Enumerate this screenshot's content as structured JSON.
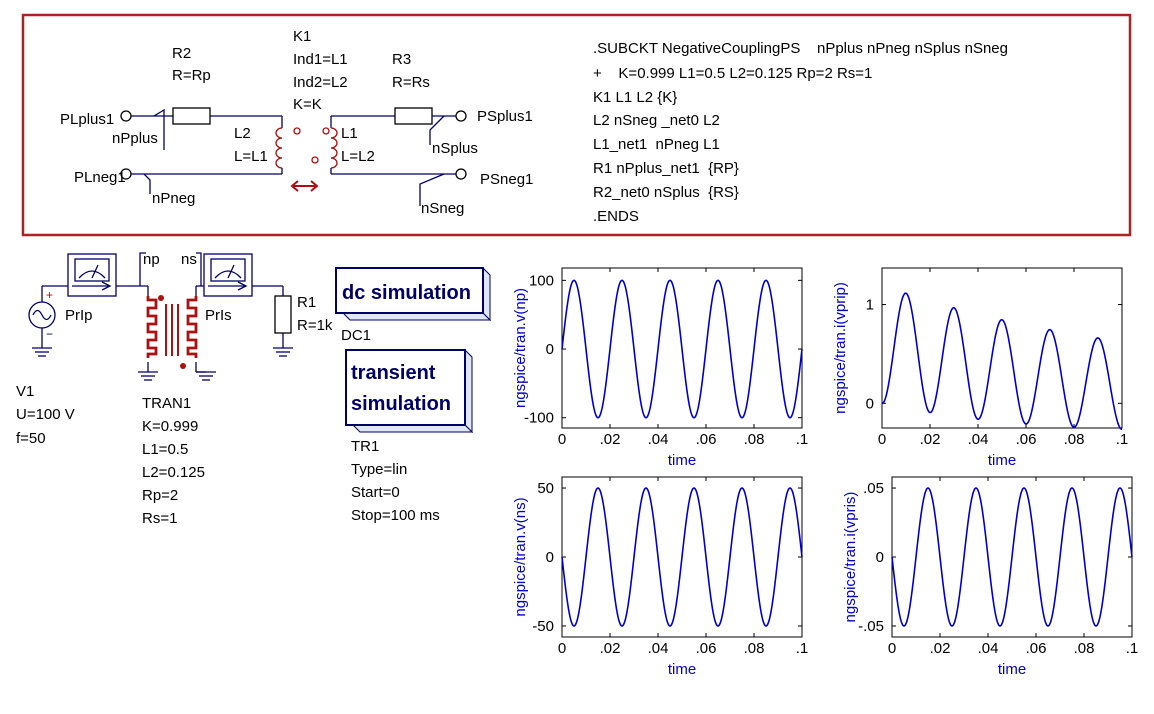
{
  "subcircuit": {
    "R2": {
      "name": "R2",
      "value": "R=Rp"
    },
    "K1": {
      "name": "K1",
      "lines": [
        "Ind1=L1",
        "Ind2=L2",
        "K=K"
      ]
    },
    "R3": {
      "name": "R3",
      "value": "R=Rs"
    },
    "L2": {
      "name": "L2",
      "value": "L=L1"
    },
    "L1": {
      "name": "L1",
      "value": "L=L2"
    },
    "ports": {
      "PLplus1": "PLplus1",
      "PLneg1": "PLneg1",
      "PSplus1": "PSplus1",
      "PSneg1": "PSneg1"
    },
    "nets": {
      "nPplus": "nPplus",
      "nPneg": "nPneg",
      "nSplus": "nSplus",
      "nSneg": "nSneg"
    },
    "netlist": [
      ".SUBCKT NegativeCouplingPS    nPplus nPneg nSplus nSneg",
      "+    K=0.999 L1=0.5 L2=0.125 Rp=2 Rs=1",
      "K1 L1 L2 {K}",
      "L2 nSneg _net0 L2",
      "L1_net1  nPneg L1",
      "R1 nPplus_net1  {RP}",
      "R2_net0 nSplus  {RS}",
      ".ENDS"
    ]
  },
  "main": {
    "np": "np",
    "ns": "ns",
    "prlp": "PrIp",
    "prls": "PrIs",
    "R1": {
      "name": "R1",
      "value": "R=1k"
    },
    "V1": [
      "V1",
      "U=100 V",
      "f=50"
    ],
    "TRAN1": [
      "TRAN1",
      "K=0.999",
      "L1=0.5",
      "L2=0.125",
      "Rp=2",
      "Rs=1"
    ],
    "dc": {
      "label": "dc simulation",
      "name": "DC1"
    },
    "tran": {
      "label_line1": "transient",
      "label_line2": "simulation",
      "name": "TR1",
      "params": [
        "Type=lin",
        "Start=0",
        "Stop=100 ms"
      ]
    }
  },
  "colors": {
    "frame": "#aa2222",
    "transformer": "#aa1111",
    "wire": "#000066",
    "trace": "#0000cc"
  },
  "chart_data": [
    {
      "type": "line",
      "ylabel": "ngspice/tran.v(np)",
      "xlabel": "time",
      "xlim": [
        0,
        0.1
      ],
      "xticks": [
        0,
        0.02,
        0.04,
        0.06,
        0.08,
        0.1
      ],
      "ylim": [
        -115,
        118
      ],
      "yticks": [
        -100,
        0,
        100
      ],
      "series": [
        {
          "freq": 50,
          "amplitude": 100,
          "phase": 0,
          "decay": 0
        }
      ]
    },
    {
      "type": "line",
      "ylabel": "ngspice/tran.i(vprip)",
      "xlabel": "time",
      "xlim": [
        0,
        0.1
      ],
      "xticks": [
        0,
        0.02,
        0.04,
        0.06,
        0.08,
        0.1
      ],
      "ylim": [
        -0.25,
        1.37
      ],
      "yticks": [
        0,
        1
      ],
      "series": [
        {
          "freq": 50,
          "amplitude": 0.6,
          "offset": 0.6,
          "phase": -90,
          "decay": 1.2,
          "offset_decay": 1.2
        }
      ]
    },
    {
      "type": "line",
      "ylabel": "ngspice/tran.v(ns)",
      "xlabel": "time",
      "xlim": [
        0,
        0.1
      ],
      "xticks": [
        0,
        0.02,
        0.04,
        0.06,
        0.08,
        0.1
      ],
      "ylim": [
        -58,
        58
      ],
      "yticks": [
        -50,
        0,
        50
      ],
      "series": [
        {
          "freq": 50,
          "amplitude": -50,
          "phase": 0,
          "decay": 0
        }
      ]
    },
    {
      "type": "line",
      "ylabel": "ngspice/tran.i(vpris)",
      "xlabel": "time",
      "xlim": [
        0,
        0.1
      ],
      "xticks": [
        0,
        0.02,
        0.04,
        0.06,
        0.08,
        0.1
      ],
      "ylim": [
        -0.058,
        0.058
      ],
      "yticks": [
        -0.05,
        0,
        0.05
      ],
      "series": [
        {
          "freq": 50,
          "amplitude": -0.05,
          "phase": 0,
          "decay": 0
        }
      ]
    }
  ]
}
